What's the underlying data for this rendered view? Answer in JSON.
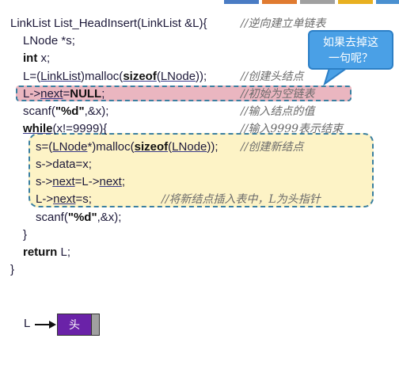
{
  "tabs": {
    "colors": [
      "#4a7cc4",
      "#e07b30",
      "#a0a0a0",
      "#e8b020",
      "#4a90d0"
    ]
  },
  "code": {
    "line1": {
      "text": "LinkList List_HeadInsert(LinkList &L){",
      "comment": "//逆向建立单链表"
    },
    "line2": {
      "text": "LNode *s;"
    },
    "line3": {
      "kw": "int",
      "text": " x;"
    },
    "line4": {
      "a": "L=(",
      "b": "LinkList",
      "c": ")malloc(",
      "kw": "sizeof",
      "d": "(",
      "e": "LNode",
      "f": "));",
      "comment": "//创建头结点"
    },
    "line5": {
      "a": "L->",
      "b": "next",
      "c": "=",
      "kw": "NULL",
      "d": ";",
      "comment": "//初始为空链表"
    },
    "line6": {
      "a": "scanf(",
      "str": "\"%d\"",
      "b": ",&x);",
      "comment": "//输入结点的值"
    },
    "line7": {
      "kw": "while",
      "a": "(x!=9999){",
      "comment": "//输入9999表示结束"
    },
    "line8": {
      "a": "s=(",
      "b": "LNode",
      "c": "*)malloc(",
      "kw": "sizeof",
      "d": "(",
      "e": "LNode",
      "f": "));",
      "comment": "//创建新结点"
    },
    "line9": {
      "text": "s->data=x;"
    },
    "line10": {
      "a": "s->",
      "b": "next",
      "c": "=L->",
      "d": "next",
      "e": ";"
    },
    "line11": {
      "a": "L->",
      "b": "next",
      "c": "=s;",
      "comment": "//将新结点插入表中，L为头指针"
    },
    "line12": {
      "a": "scanf(",
      "str": "\"%d\"",
      "b": ",&x);"
    },
    "line13": {
      "text": "}"
    },
    "line14": {
      "kw": "return",
      "text": " L;"
    },
    "line15": {
      "text": "}"
    }
  },
  "callout": {
    "line1": "如果去掉这",
    "line2": "一句呢？"
  },
  "diagram": {
    "pointer_label": "L",
    "head_label": "头"
  }
}
